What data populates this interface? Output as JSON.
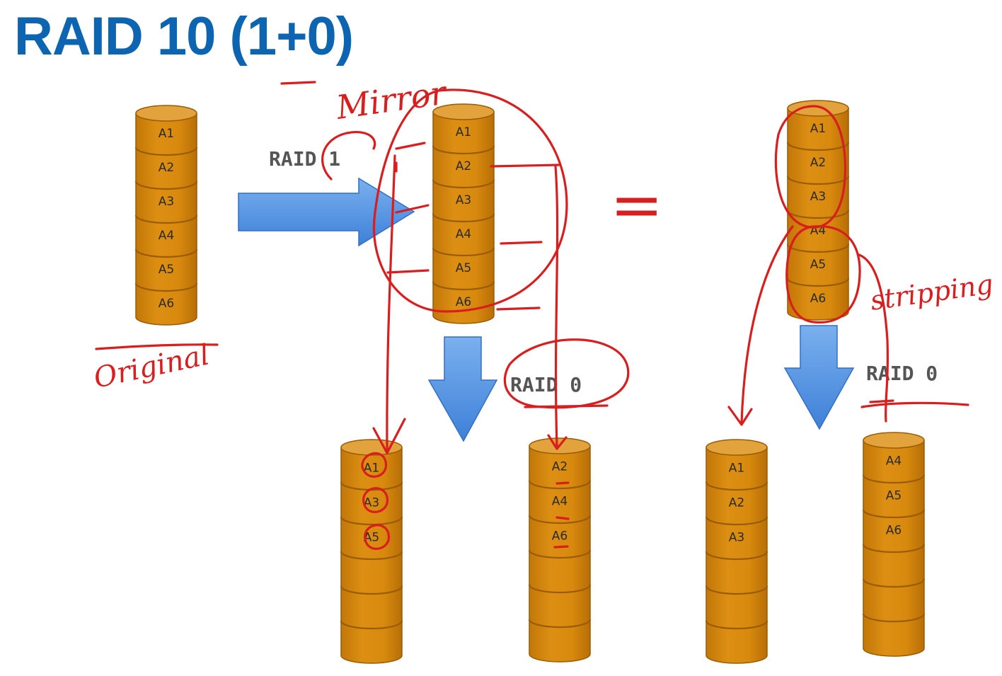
{
  "title": "RAID 10 (1+0)",
  "colors": {
    "title": "#0d64b0",
    "disk_fill": "#d4860c",
    "disk_top": "#e2a23c",
    "disk_stroke": "#9a5c05",
    "arrow": "#4a8fe0",
    "annotation": "#d81e1e"
  },
  "labels": {
    "raid1": "RAID 1",
    "raid0_left": "RAID 0",
    "raid0_right": "RAID 0"
  },
  "annotations": {
    "original": "Original",
    "mirror": "Mirror",
    "stripping": "stripping",
    "equals": "="
  },
  "disks": {
    "original": [
      "A1",
      "A2",
      "A3",
      "A4",
      "A5",
      "A6"
    ],
    "mirrored": [
      "A1",
      "A2",
      "A3",
      "A4",
      "A5",
      "A6"
    ],
    "striped_source": [
      "A1",
      "A2",
      "A3",
      "A4",
      "A5",
      "A6"
    ],
    "bottom_1": [
      "A1",
      "A3",
      "A5"
    ],
    "bottom_2": [
      "A2",
      "A4",
      "A6"
    ],
    "bottom_3": [
      "A1",
      "A2",
      "A3"
    ],
    "bottom_4": [
      "A4",
      "A5",
      "A6"
    ]
  },
  "icons": [
    "right-arrow-icon",
    "down-arrow-icon",
    "disk-stack-icon"
  ]
}
